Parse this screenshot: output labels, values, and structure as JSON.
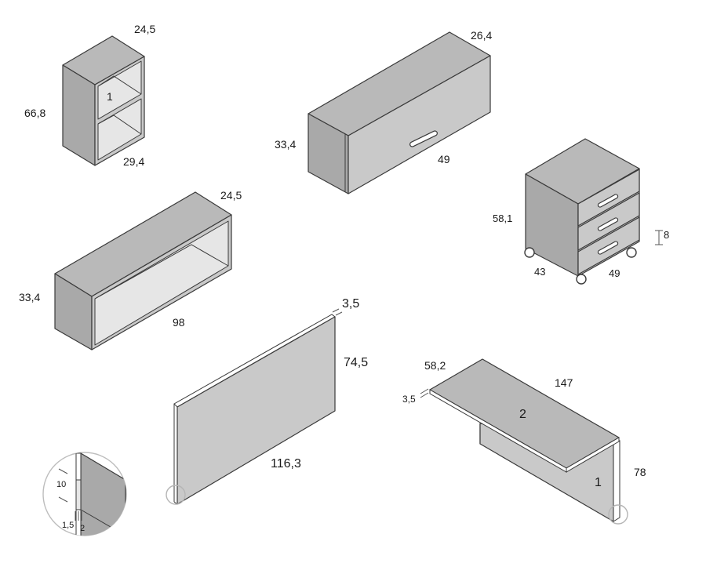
{
  "wall_cabinet": {
    "depth": "24,5",
    "height": "66,8",
    "width": "29,4",
    "shelf_count_label": "1"
  },
  "wall_unit_door": {
    "depth": "26,4",
    "height": "33,4",
    "width": "49"
  },
  "open_shelf": {
    "depth": "24,5",
    "height": "33,4",
    "width": "98"
  },
  "drawer_pedestal": {
    "height": "58,1",
    "drawer_height": "8",
    "depth": "43",
    "width": "49"
  },
  "panel": {
    "thickness": "3,5",
    "height": "74,5",
    "width": "116,3"
  },
  "desk": {
    "depth": "58,2",
    "length": "147",
    "thickness": "3,5",
    "height": "78",
    "top_label": "2",
    "leg_label": "1"
  },
  "detail": {
    "height": "10",
    "left_thickness": "1,5",
    "right_thickness": "2"
  }
}
